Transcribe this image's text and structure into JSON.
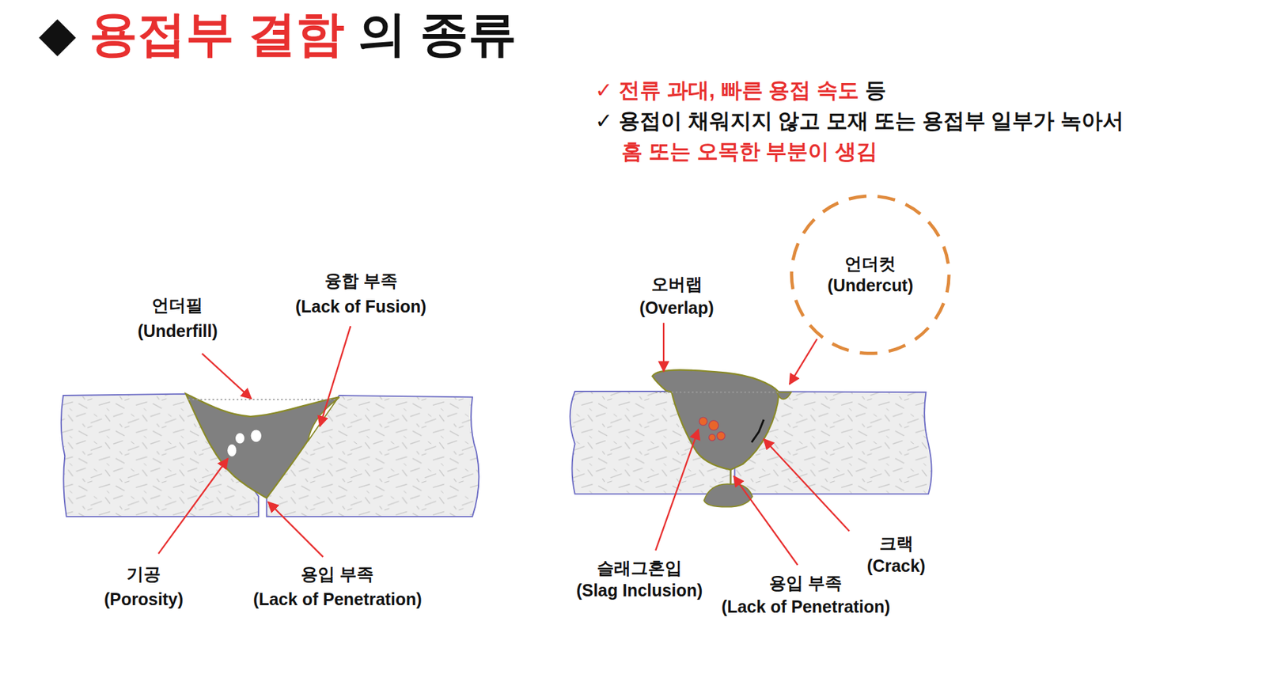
{
  "diagram": {
    "title": "◆ 용접부 결함 의 종류",
    "nodes": [
      {
        "text": [
          "언더컷",
          "(Undercut)"
        ]
      }
    ],
    "labels": [
      "✓",
      "전류 과대, 빠른 용접 속도",
      "등",
      "✓",
      "용접이 채워지지 않고 모재 또는 용접부 일부가 녹아서",
      "홈 또는 오목한 부분이 생김",
      "언더필",
      "(Underfill)",
      "융합 부족",
      "(Lack of Fusion)",
      "기공",
      "(Porosity)",
      "용입 부족",
      "(Lack of Penetration)",
      "오버랩",
      "(Overlap)",
      "슬래그혼입",
      "(Slag Inclusion)",
      "용입 부족",
      "(Lack of Penetration)",
      "크랙",
      "(Crack)"
    ]
  }
}
